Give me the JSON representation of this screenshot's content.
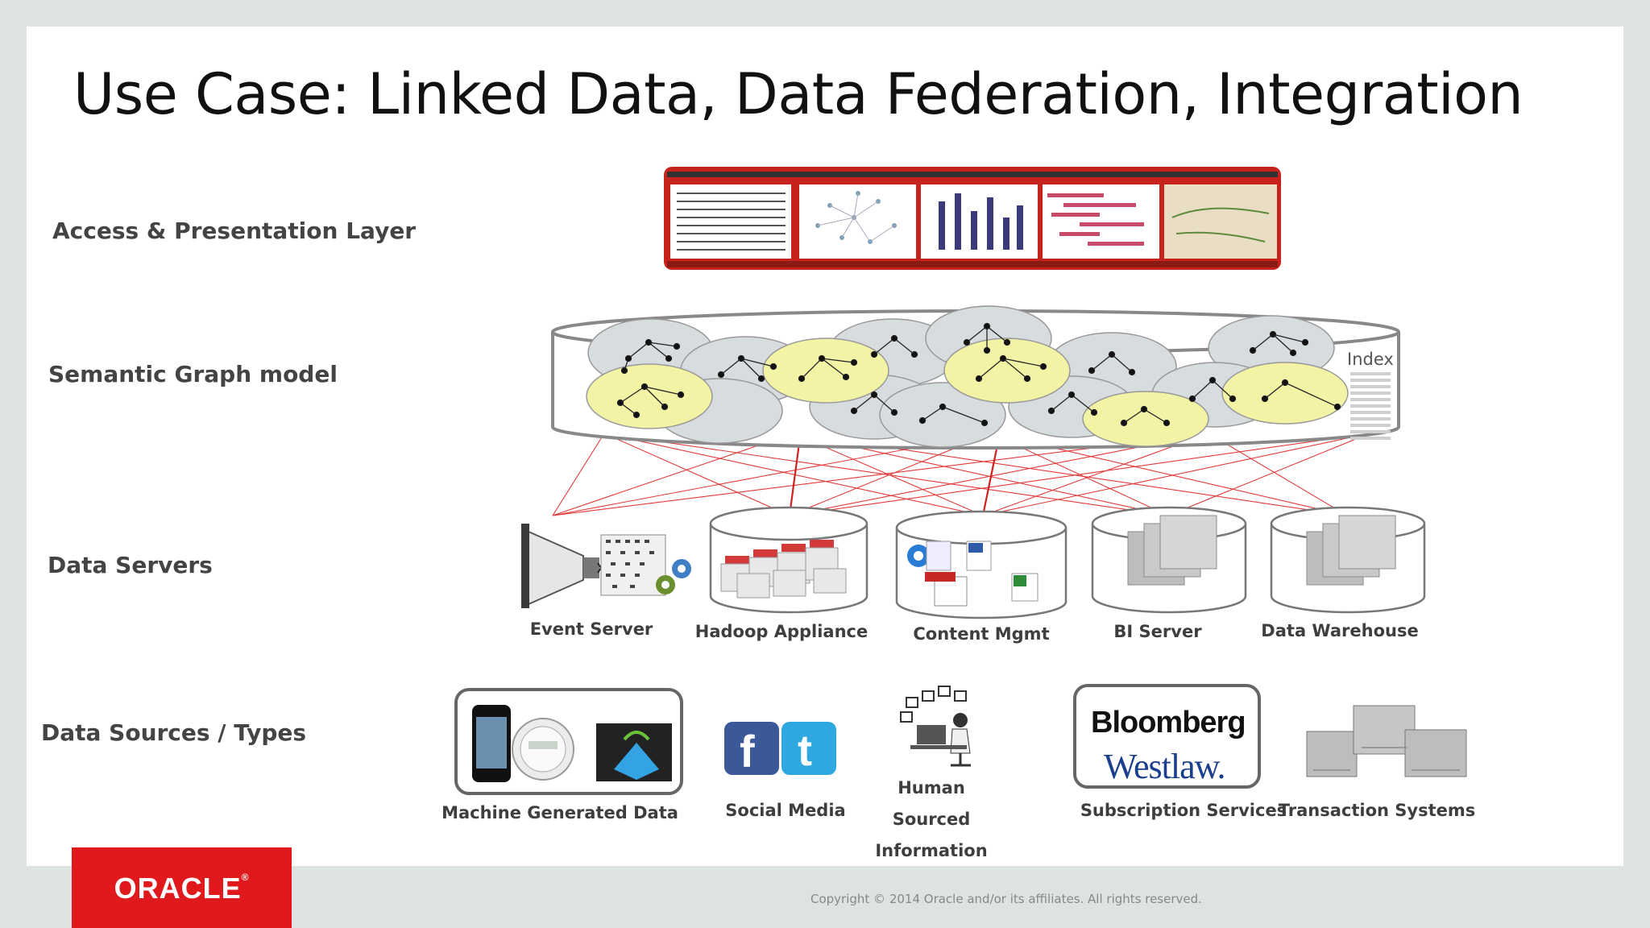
{
  "title": "Use Case: Linked Data, Data Federation, Integration",
  "layers": {
    "access": "Access & Presentation Layer",
    "semantic": "Semantic Graph model",
    "servers": "Data Servers",
    "sources": "Data Sources / Types"
  },
  "semantic_index_label": "Index",
  "data_servers": [
    {
      "label": "Event Server"
    },
    {
      "label": "Hadoop Appliance"
    },
    {
      "label": "Content Mgmt"
    },
    {
      "label": "BI Server"
    },
    {
      "label": "Data Warehouse"
    }
  ],
  "data_sources": [
    {
      "label": "Machine Generated Data"
    },
    {
      "label": "Social Media"
    },
    {
      "label": "Human Sourced Information"
    },
    {
      "label": "Subscription Services"
    },
    {
      "label": "Transaction Systems"
    }
  ],
  "subscription_logos": {
    "bloomberg": "Bloomberg",
    "westlaw": "Westlaw."
  },
  "footer": {
    "logo": "ORACLE",
    "copyright": "Copyright © 2014 Oracle and/or its affiliates. All rights reserved."
  },
  "colors": {
    "oracle_red": "#e0191d",
    "link_lines": "#e23a3a",
    "graph_yellow": "#f3f3a6",
    "graph_gray": "#d7dcdf",
    "background": "#dde2e2"
  }
}
